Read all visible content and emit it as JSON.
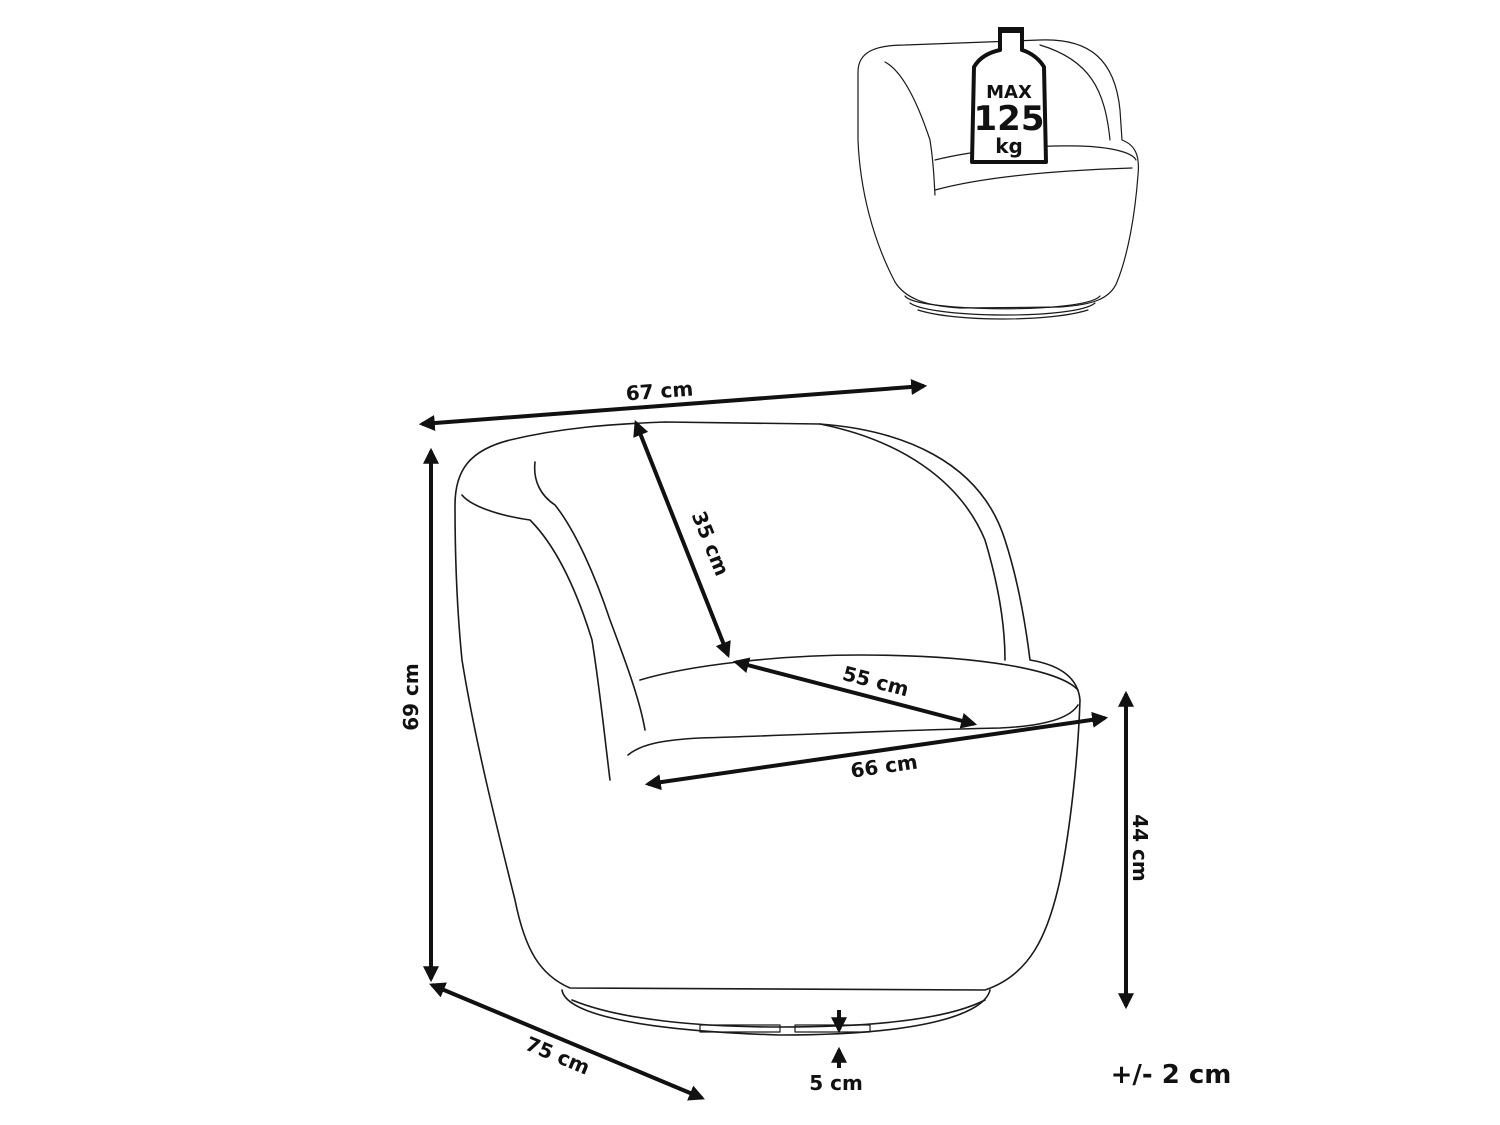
{
  "colors": {
    "line": "#1a1a1a",
    "background": "#ffffff"
  },
  "icons": {
    "weight": "weight-icon"
  },
  "weight_badge": {
    "max_label": "MAX",
    "value": "125",
    "unit": "kg"
  },
  "dimensions": {
    "width_top": "67 cm",
    "backrest_depth": "35 cm",
    "seat_depth": "55 cm",
    "seat_width": "66 cm",
    "total_height": "69 cm",
    "seat_height": "44 cm",
    "depth": "75 cm",
    "base_height": "5 cm"
  },
  "tolerance": "+/- 2 cm"
}
